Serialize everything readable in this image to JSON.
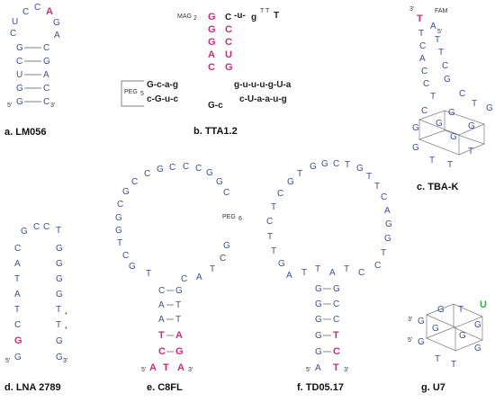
{
  "captions": {
    "a": "a. LM056",
    "b": "b. TTA1.2",
    "c": "c. TBA-K",
    "d": "d. LNA 2789",
    "e": "e. C8FL",
    "f": "f. TD05.17",
    "g": "g. U7"
  },
  "labels": {
    "mag2": "MAG",
    "peg5": "PEG",
    "peg5_sub": "5",
    "peg6": "PEG",
    "peg6_sub": "6",
    "fam": "FAM",
    "five_prime": "5'",
    "three_prime": "3'"
  },
  "colors": {
    "base": "#3c4f9c",
    "highlight": "#d6247f",
    "green": "#2bb24c",
    "backbone": "#222222"
  }
}
